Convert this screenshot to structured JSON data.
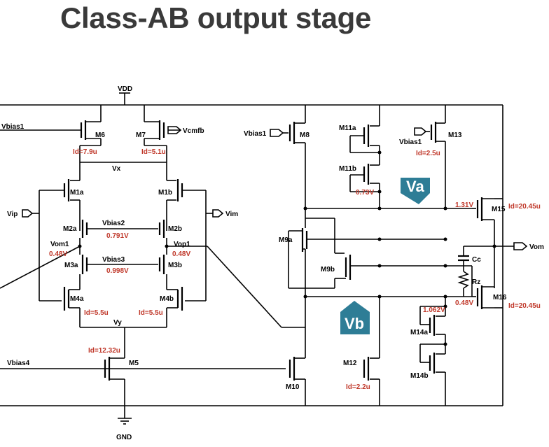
{
  "title": "Class-AB output stage",
  "rails": {
    "vdd": "VDD",
    "gnd": "GND"
  },
  "nets": {
    "vx": "Vx",
    "vy": "Vy",
    "vom1": "Vom1",
    "vop1": "Vop1",
    "vbias1": "Vbias1",
    "vbias2": "Vbias2",
    "vbias3": "Vbias3",
    "vbias4": "Vbias4",
    "vcmfb": "Vcmfb",
    "vip": "Vip",
    "vim": "Vim",
    "vom": "Vom"
  },
  "transistors": {
    "m6": "M6",
    "m7": "M7",
    "m1a": "M1a",
    "m1b": "M1b",
    "m2a": "M2a",
    "m2b": "M2b",
    "m3a": "M3a",
    "m3b": "M3b",
    "m4a": "M4a",
    "m4b": "M4b",
    "m5": "M5",
    "m8": "M8",
    "m9a": "M9a",
    "m9b": "M9b",
    "m10": "M10",
    "m11a": "M11a",
    "m11b": "M11b",
    "m12": "M12",
    "m13": "M13",
    "m14a": "M14a",
    "m14b": "M14b",
    "m15": "M15",
    "m16": "M16"
  },
  "components": {
    "cc": "Cc",
    "rz": "Rz"
  },
  "annotations": {
    "id_m6": "Id=7.9u",
    "id_m7": "Id=5.1u",
    "vbias2_val": "0.791V",
    "vbias3_val": "0.998V",
    "vom1_val": "0.48V",
    "vop1_val": "0.48V",
    "id_m4a": "Id=5.5u",
    "id_m4b": "Id=5.5u",
    "id_m5": "Id=12.32u",
    "v_m11b": "0.73V",
    "id_m13": "Id=2.5u",
    "v_gate15": "1.31V",
    "id_m15": "Id=20.45u",
    "v_gate16": "0.48V",
    "id_m16": "Id=20.45u",
    "v_m14a": "1.062V",
    "id_m12": "Id=2.2u"
  },
  "tags": {
    "va": "Va",
    "vb": "Vb"
  },
  "colors": {
    "title": "#3a3a3a",
    "annotation": "#c0392b",
    "tag": "#2e7d96"
  }
}
